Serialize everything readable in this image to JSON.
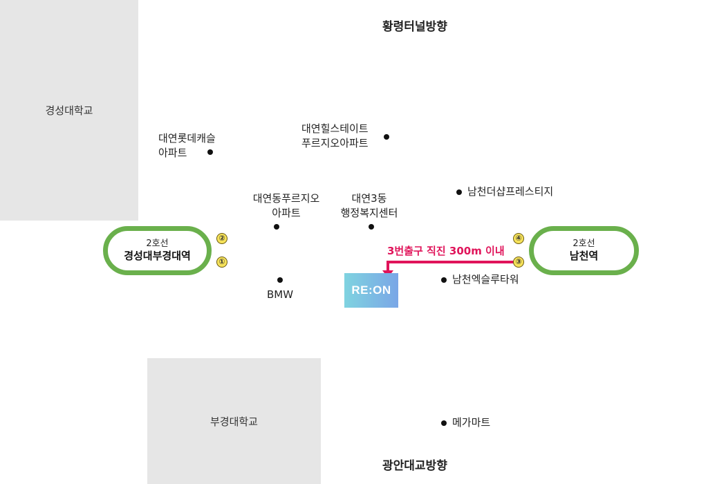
{
  "directions": {
    "north": "황령터널방향",
    "south": "광안대교방향"
  },
  "campus": {
    "kyungsung": "경성대학교",
    "pukyong": "부경대학교"
  },
  "stations": {
    "kyungsung": {
      "line": "2호선",
      "name": "경성대부경대역"
    },
    "namcheon": {
      "line": "2호선",
      "name": "남천역"
    }
  },
  "exits": {
    "kyungsung_2": "②",
    "kyungsung_1": "①",
    "namcheon_4": "④",
    "namcheon_3": "③"
  },
  "places": {
    "lotte_castle": [
      "대연롯데캐슬",
      "아파트"
    ],
    "hills_state": [
      "대연힐스테이트",
      "푸르지오아파트"
    ],
    "prugio": [
      "대연동푸르지오",
      "아파트"
    ],
    "daeyeon3": [
      "대연3동",
      "행정복지센터"
    ],
    "the_sharp": "남천더샵프레스티지",
    "bmw": "BMW",
    "exl_tower": "남천엑슬루타워",
    "mega_mart": "메가마트"
  },
  "route": {
    "label": "3번출구 직진 300m 이내",
    "color": "#e0145a"
  },
  "logo": {
    "text": "RE:ON"
  },
  "colors": {
    "line2": "#6ab04c",
    "campus_block": "#e6e6e6",
    "exit_badge": "#f6e25a"
  }
}
